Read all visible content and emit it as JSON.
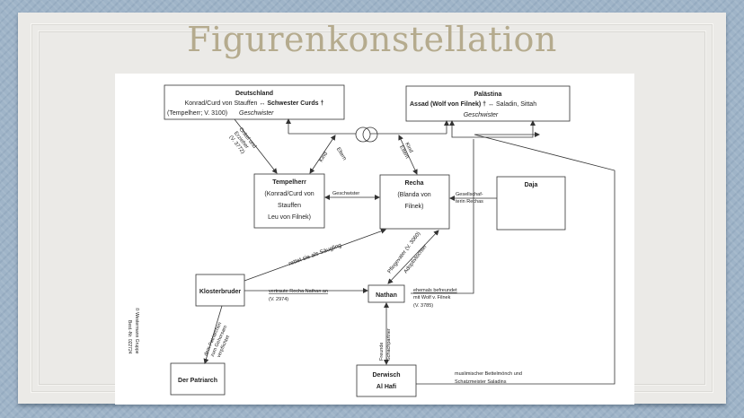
{
  "slide": {
    "title": "Figurenkonstellation"
  },
  "copyright": {
    "line1": "© Westermann Gruppe",
    "line2": "Best.-Nr. 022724"
  },
  "nodes": {
    "deutschland": {
      "title": "Deutschland",
      "line1_a": "Konrad/Curd von Stauffen ↔ ",
      "line1_b": "Schwester Curds †",
      "line2_a": "(Tempelherr; V. 3100)",
      "line2_b": "Geschwister"
    },
    "palaestina": {
      "title": "Palästina",
      "line1_a": "Assad (Wolf von Filnek) †",
      "line1_b": " ↔ Saladin, Sittah",
      "line2": "Geschwister"
    },
    "tempelherr": {
      "title": "Tempelherr",
      "lines": [
        "(Konrad/Curd von",
        "Stauffen",
        "Leu von Filnek)"
      ]
    },
    "recha": {
      "title": "Recha",
      "lines": [
        "(Blanda von",
        "Filnek)"
      ]
    },
    "daja": {
      "title": "Daja"
    },
    "klosterbruder": {
      "title": "Klosterbruder"
    },
    "nathan": {
      "title": "Nathan"
    },
    "patriarch": {
      "title": "Der Patriarch"
    },
    "derwisch": {
      "title": "Derwisch",
      "line2": "Al Hafi"
    }
  },
  "relations": {
    "onkel": [
      "Onkel und",
      "Erzieher",
      "(V. 3772)"
    ],
    "kind_eltern_left": [
      "Kind",
      "Eltern"
    ],
    "kind_eltern_right": [
      "Kind",
      "Eltern"
    ],
    "geschwister": "Geschwister",
    "gesellschafterin": [
      "Gesellschaf-",
      "terin Rechas"
    ],
    "rettet": "rettet sie als Säugling",
    "vertraute": "vertraute Recha Nathan an",
    "vertraute_ref": "(V. 2974)",
    "pflegevater": "Pflegevater (V. 3060)",
    "adoptivtochter": "Adoptivtochter",
    "ehemals": [
      "ehemals befreundet",
      "mit Wolf v. Filnek",
      "(V. 3785)"
    ],
    "patriarch_rel": [
      "dem Patriarchen",
      "zum Gehorsam",
      "verpflichtet"
    ],
    "freunde": [
      "Freunde",
      "Schachpartner"
    ],
    "muslimisch": [
      "muslimischer Bettelmönch und",
      "Schatzmeister Saladins"
    ]
  },
  "colors": {
    "title": "#b5ab8e",
    "line": "#333333"
  }
}
